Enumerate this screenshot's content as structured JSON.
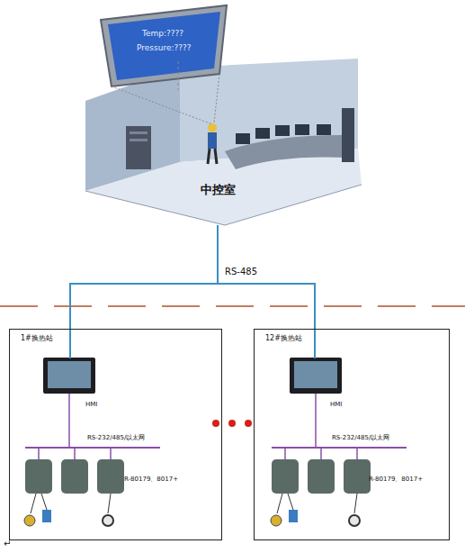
{
  "diagram": {
    "nodes": [
      {
        "text": [
          "Temp:????",
          "Pressure:????"
        ]
      },
      {
        "text": [
          "中控室"
        ]
      },
      {
        "text": [
          "1#换热站"
        ]
      },
      {
        "text": [
          "HMI"
        ],
        "in": 2
      },
      {
        "text": [
          "12#换热站"
        ]
      },
      {
        "text": [
          "HMI"
        ],
        "in": 4
      }
    ],
    "edges": [
      {
        "from": 0,
        "to": 1,
        "arrow": "none"
      },
      {
        "from": 1,
        "to": 3,
        "arrow": "none",
        "label": "RS-485"
      },
      {
        "from": 1,
        "to": 5,
        "arrow": "none"
      }
    ],
    "labels": [
      "RS-232/485/以太网",
      "R-80179、8017+",
      "RS-232/485/以太网",
      "R-80179、8017+",
      "↵"
    ]
  }
}
